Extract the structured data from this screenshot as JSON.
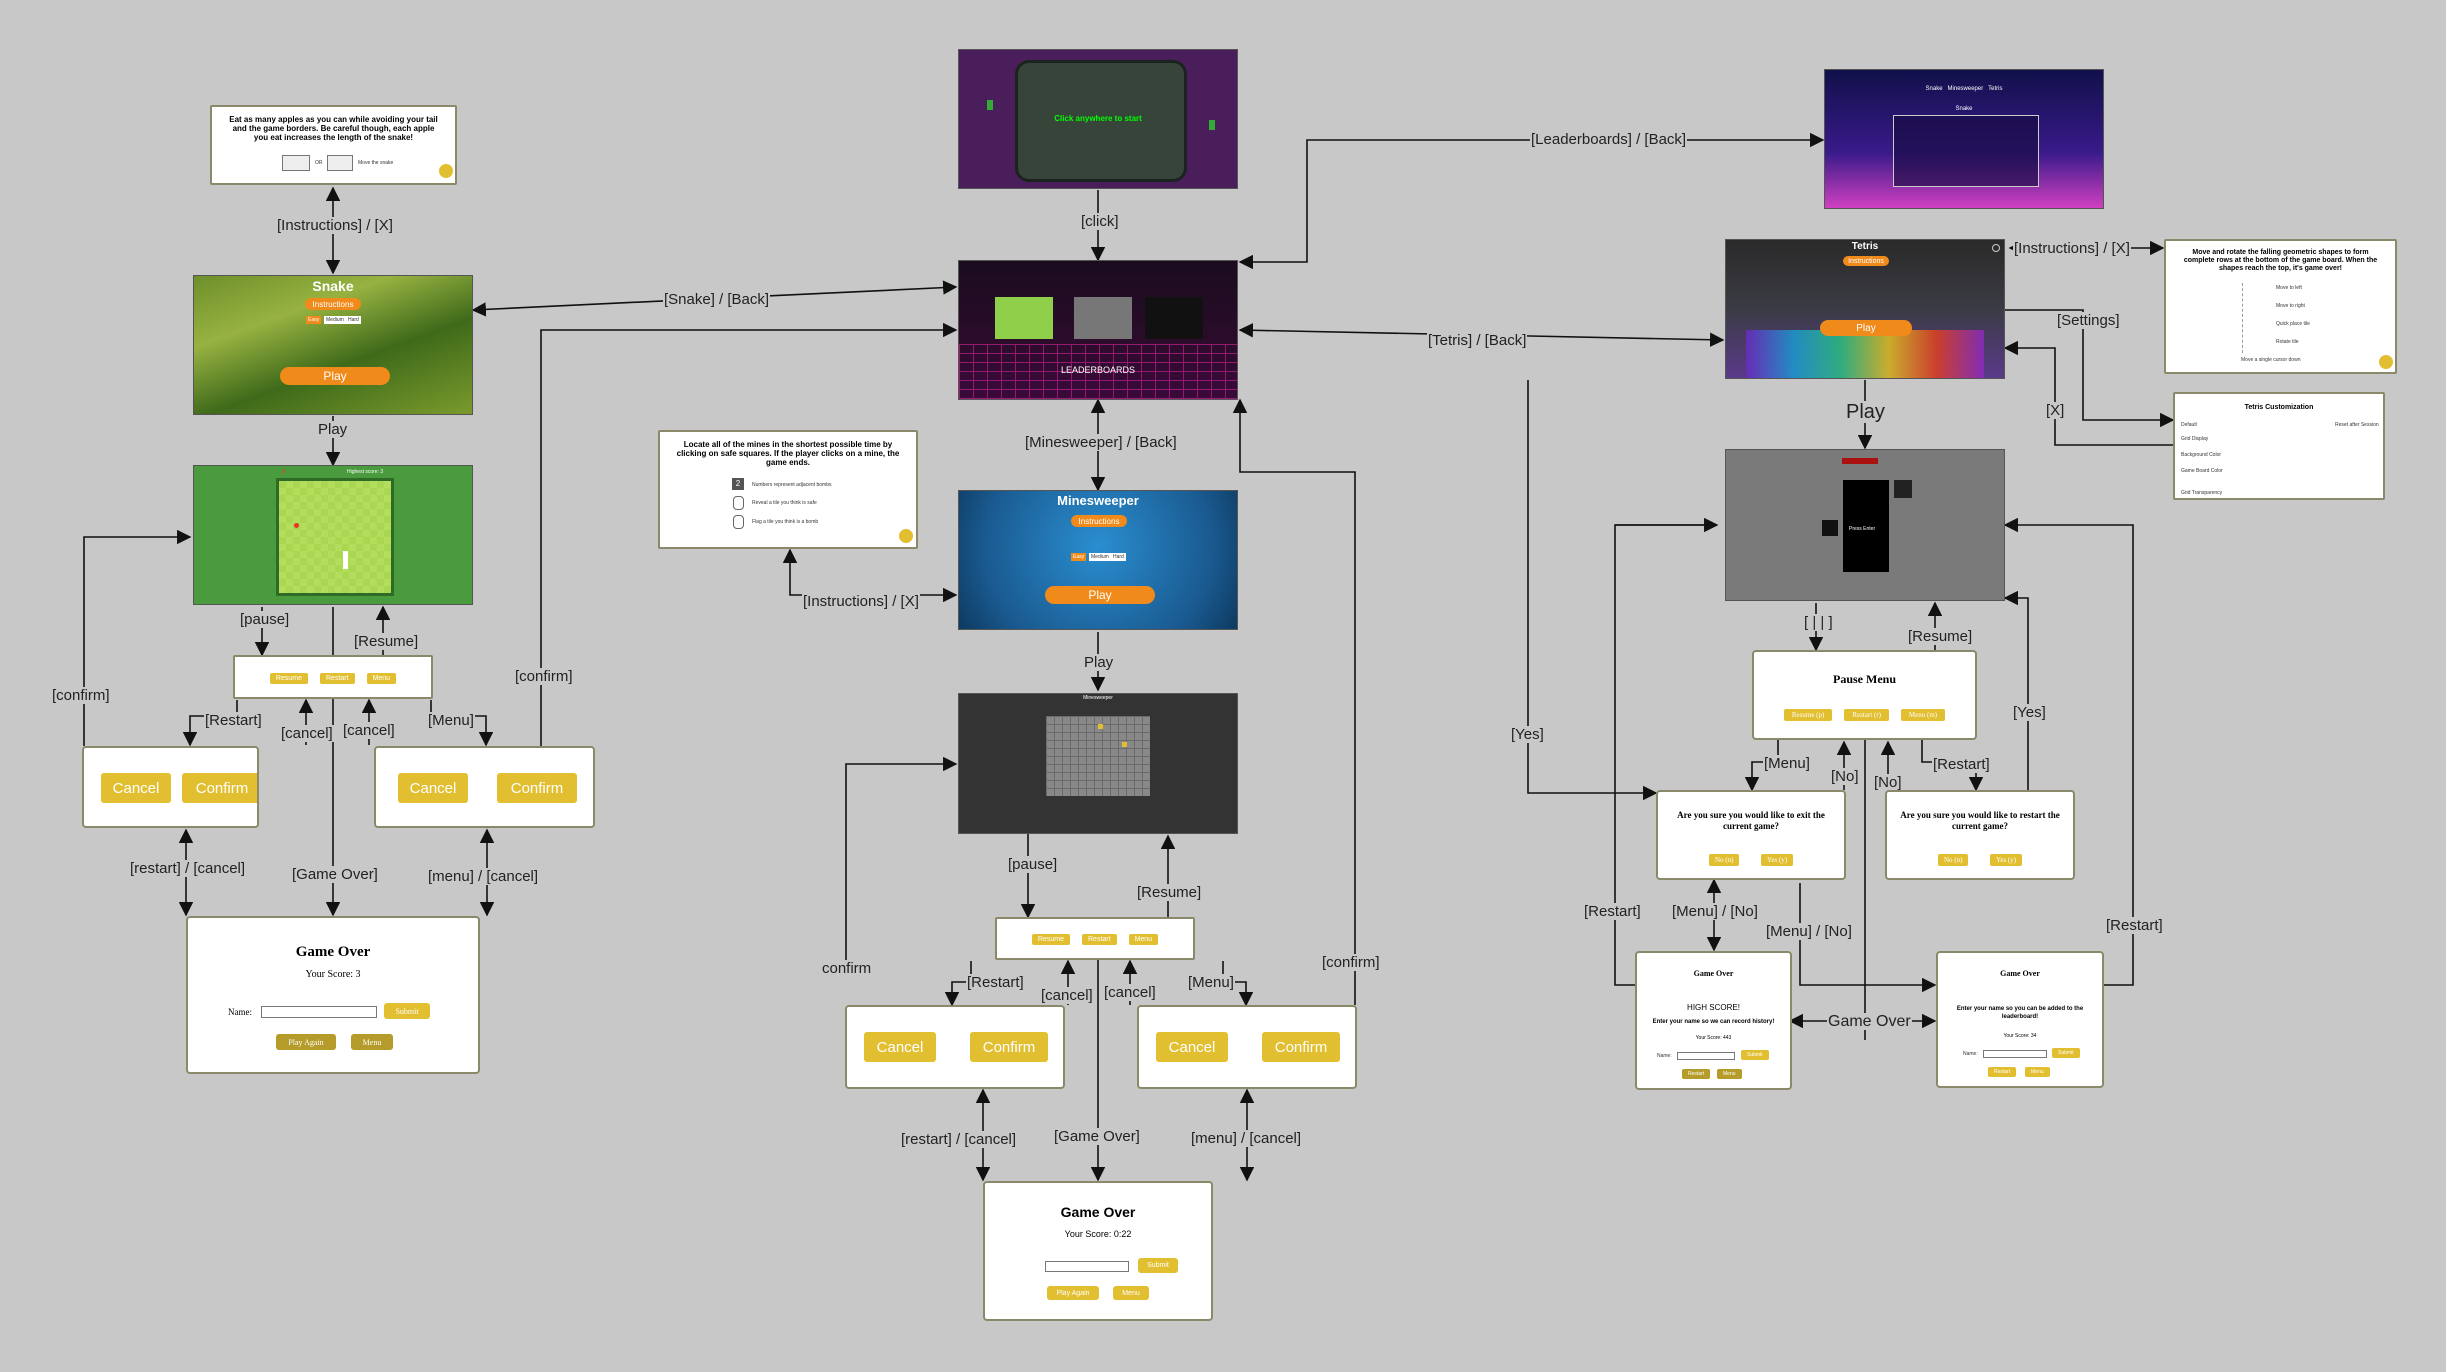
{
  "colors": {
    "background": "#c8c8c8",
    "accent": "#e2bf30",
    "orange": "#f08a1a",
    "edge": "#111111"
  },
  "edge_labels": {
    "snake_instructions": "[Instructions] / [X]",
    "snake_play": "Play",
    "snake_pause": "[pause]",
    "snake_resume": "[Resume]",
    "snake_restart": "[Restart]",
    "snake_cancel1": "[cancel]",
    "snake_cancel2": "[cancel]",
    "snake_menu": "[Menu]",
    "snake_confirm_left": "[confirm]",
    "snake_confirm_right": "[confirm]",
    "snake_restart_cancel": "[restart] / [cancel]",
    "snake_game_over": "[Game Over]",
    "snake_menu_cancel": "[menu] / [cancel]",
    "snake_back": "[Snake] / [Back]",
    "click": "[click]",
    "leaderboards": "[Leaderboards] / [Back]",
    "tetris_back": "[Tetris] / [Back]",
    "mine_back": "[Minesweeper] / [Back]",
    "mine_instructions": "[Instructions] / [X]",
    "mine_play": "Play",
    "mine_pause": "[pause]",
    "mine_resume": "[Resume]",
    "mine_restart": "[Restart]",
    "mine_cancel1": "[cancel]",
    "mine_cancel2": "[cancel]",
    "mine_menu": "[Menu]",
    "mine_confirm_left": "confirm",
    "mine_confirm_right": "[confirm]",
    "mine_restart_cancel": "[restart] / [cancel]",
    "mine_game_over": "[Game Over]",
    "mine_menu_cancel": "[menu] / [cancel]",
    "tetris_instructions": "[Instructions] / [X]",
    "tetris_settings": "[Settings]",
    "tetris_x": "[X]",
    "tetris_play": "Play",
    "tetris_pause": "[ | | ]",
    "tetris_resume": "[Resume]",
    "tetris_menu": "[Menu]",
    "tetris_no1": "[No]",
    "tetris_no2": "[No]",
    "tetris_restart1": "[Restart]",
    "tetris_yes_left": "[Yes]",
    "tetris_yes_right": "[Yes]",
    "tetris_restart_left": "[Restart]",
    "tetris_restart_right": "[Restart]",
    "tetris_menu_no1": "[Menu] / [No]",
    "tetris_menu_no2": "[Menu] / [No]",
    "tetris_game_over": "Game Over"
  },
  "snake": {
    "instructions_text": "Eat as many apples as you can while avoiding your tail and the game borders. Be careful though, each apple you eat increases the length of the snake!",
    "instructions_or": "OR",
    "instructions_move": "Move the snake",
    "title": "Snake",
    "instructions_button": "Instructions",
    "difficulty": [
      "Easy",
      "Medium",
      "Hard"
    ],
    "play_button": "Play",
    "game_score": "3",
    "game_highest": "Highest score: 3",
    "pause_buttons": [
      "Resume",
      "Restart",
      "Menu"
    ],
    "cancel": "Cancel",
    "confirm": "Confirm",
    "game_over_title": "Game Over",
    "your_score": "Your Score: 3",
    "name_label": "Name:",
    "submit": "Submit",
    "play_again": "Play Again",
    "menu": "Menu"
  },
  "hub": {
    "start_text": "Click anywhere to start",
    "arcade_title": "LEADERBOARDS"
  },
  "leaderboard": {
    "title": "Snake",
    "tabs": [
      "Snake",
      "Minesweeper",
      "Tetris"
    ]
  },
  "minesweeper": {
    "instructions_text": "Locate all of the mines in the shortest possible time by clicking on safe squares. If the player clicks on a mine, the game ends.",
    "instr_lines": [
      "Numbers represent adjacent bombs",
      "Reveal a tile you think is safe",
      "Flag a tile you think is a bomb"
    ],
    "instr_num": "2",
    "title": "Minesweeper",
    "instructions_button": "Instructions",
    "difficulty": [
      "Easy",
      "Medium",
      "Hard"
    ],
    "play_button": "Play",
    "game_title": "Minesweeper",
    "pause_buttons": [
      "Resume",
      "Restart",
      "Menu"
    ],
    "cancel": "Cancel",
    "confirm": "Confirm",
    "game_over_title": "Game Over",
    "your_score": "Your Score: 0:22",
    "submit": "Submit",
    "play_again": "Play Again",
    "menu": "Menu"
  },
  "tetris": {
    "title": "Tetris",
    "instructions_button": "Instructions",
    "play_button": "Play",
    "instructions_text": "Move and rotate the falling geometric shapes to form complete rows at the bottom of the game board. When the shapes reach the top, it's game over!",
    "instr_lines": [
      "Move to left",
      "Move to right",
      "Quick place tile",
      "Rotate tile",
      "Move a single cursor down"
    ],
    "custom_title": "Tetris Customization",
    "custom_lines": [
      "Default",
      "Grid Display",
      "Background Color",
      "Game Board Color",
      "Grid Transparency"
    ],
    "custom_reset": "Reset after Session",
    "game_start": "Press Enter",
    "pause_title": "Pause Menu",
    "pause_buttons": [
      "Resume (p)",
      "Restart (r)",
      "Menu (m)"
    ],
    "exit_question": "Are you sure you would like to exit the current game?",
    "restart_question": "Are you sure you would like to restart the current game?",
    "no": "No (n)",
    "yes": "Yes (y)",
    "go_title": "Game Over",
    "high_score": "HIGH SCORE!",
    "go_hs_text": "Enter your name so we can record history!",
    "go_hs_score": "Your Score: 443",
    "go_text": "Enter your name so you can be added to the leaderboard!",
    "go_score": "Your Score: 34",
    "name_label": "Name:",
    "submit": "Submit",
    "restart": "Restart",
    "menu": "Menu"
  }
}
